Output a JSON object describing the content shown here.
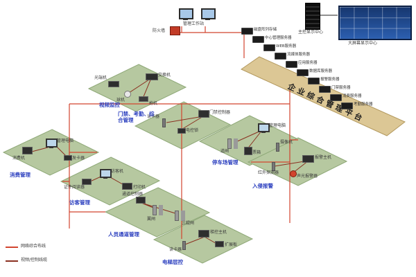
{
  "banner": {
    "text": "企业综合管理平台"
  },
  "top": {
    "workstation_label": "管理工作站",
    "firewall_label": "防火墙",
    "rack_label": "主控显示中心",
    "wall_label": "大屏幕显示中心"
  },
  "servers": [
    "磁盘阵列存储",
    "中心管理服务器",
    "WEB服务器",
    "流媒体服务器",
    "应用服务器",
    "数据库服务器",
    "报警服务器",
    "门禁服务器",
    "消费服务器",
    "考勤服务器"
  ],
  "zones": [
    {
      "label": "视频监控",
      "devices": [
        "交换机",
        "光端机",
        "球机",
        "枪机"
      ]
    },
    {
      "label": "门禁、考勤、综合管理",
      "devices": [
        "门禁控制器",
        "读卡器",
        "电控锁"
      ]
    },
    {
      "label": "停车场管理",
      "devices": [
        "管理电脑",
        "道闸",
        "票箱",
        "摄像机"
      ]
    },
    {
      "label": "入侵报警",
      "devices": [
        "报警主机",
        "红外探测器",
        "声光报警器"
      ]
    },
    {
      "label": "消费管理",
      "devices": [
        "管理电脑",
        "消费机",
        "发卡器"
      ]
    },
    {
      "label": "访客管理",
      "devices": [
        "访客机",
        "证件阅读器",
        "打印机"
      ]
    },
    {
      "label": "人员通道管理",
      "devices": [
        "通道控制器",
        "翼闸",
        "三辊闸"
      ]
    },
    {
      "label": "电梯层控",
      "devices": [
        "梯控主机",
        "读卡器",
        "扩展板"
      ]
    }
  ],
  "legend": [
    {
      "label": "网络综合布线",
      "color": "#d2442e"
    },
    {
      "label": "视频/控制线缆",
      "color": "#8a3020"
    }
  ],
  "colors": {
    "platform": "#b6c8a0",
    "banner": "#dcc795",
    "line_red": "#d2442e",
    "line_brown": "#8a3020",
    "zone_label": "#2b3fbf"
  }
}
